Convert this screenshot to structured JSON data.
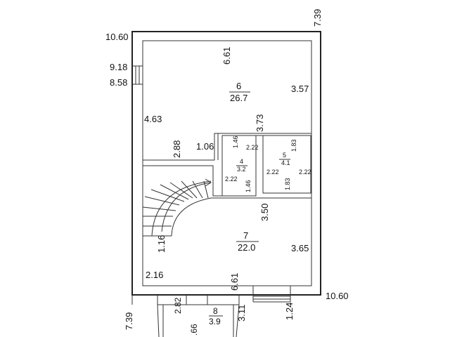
{
  "plan": {
    "outer_dims": {
      "top_left": "10.60",
      "top_right": "7.39",
      "bottom_left": "7.39",
      "bottom_right": "10.60"
    },
    "window_dims": {
      "upper": "9.18",
      "lower": "8.58"
    },
    "room6": {
      "number": "6",
      "area": "26.7",
      "dim_top": "6.61",
      "dim_right": "3.57",
      "dim_left": "4.63",
      "dim_bottom": "2.88",
      "dim_wall": "1.06",
      "dim_vert": "3.73"
    },
    "room4": {
      "number": "4",
      "area": "3.2",
      "dim_top_left": "1.46",
      "dim_top_right": "2.22",
      "dim_left": "2.22",
      "dim_bottom": "1.46"
    },
    "room5": {
      "number": "5",
      "area": "4.1",
      "dim_top": "1.83",
      "dim_left": "2.22",
      "dim_right": "2.22",
      "dim_bottom": "1.83"
    },
    "room7": {
      "number": "7",
      "area": "22.0",
      "dim_vert": "3.50",
      "dim_left": "1.16",
      "dim_right": "3.65",
      "dim_bottom_left": "2.16",
      "dim_bottom": "6.61"
    },
    "room8": {
      "number": "8",
      "area": "3.9",
      "dim_left": "2.82",
      "dim_small": ".66",
      "dim_right": "3.11",
      "dim_far": "1.24"
    }
  }
}
